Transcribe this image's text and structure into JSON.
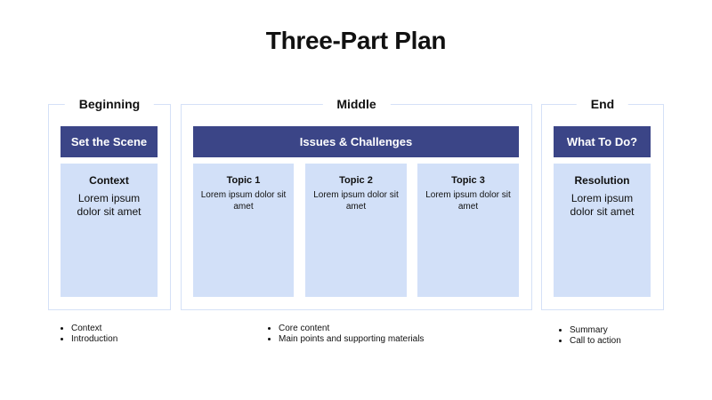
{
  "title": "Three-Part Plan",
  "colors": {
    "header_bg": "#3b4587",
    "panel_bg": "#d2e0f8",
    "frame_border": "#d5e1f7"
  },
  "beginning": {
    "label": "Beginning",
    "header": "Set the Scene",
    "panel_title": "Context",
    "panel_text": "Lorem ipsum dolor sit amet",
    "bullets": [
      "Context",
      "Introduction"
    ]
  },
  "middle": {
    "label": "Middle",
    "header": "Issues & Challenges",
    "topics": [
      {
        "title": "Topic 1",
        "text": "Lorem ipsum dolor sit amet"
      },
      {
        "title": "Topic 2",
        "text": "Lorem ipsum dolor sit amet"
      },
      {
        "title": "Topic 3",
        "text": "Lorem ipsum dolor sit amet"
      }
    ],
    "bullets": [
      "Core content",
      "Main points and supporting materials"
    ]
  },
  "end": {
    "label": "End",
    "header": "What To Do?",
    "panel_title": "Resolution",
    "panel_text": "Lorem ipsum dolor sit amet",
    "bullets": [
      "Summary",
      "Call to action"
    ]
  }
}
